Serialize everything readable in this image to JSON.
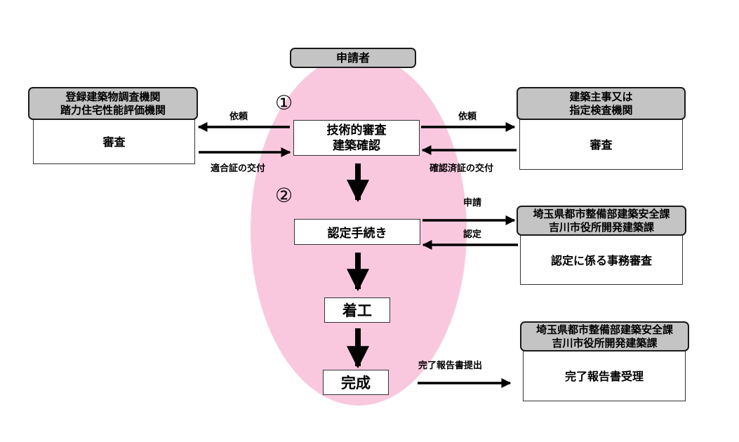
{
  "applicant": "申請者",
  "step1_marker": "①",
  "step2_marker": "②",
  "left_org": {
    "line1": "登録建築物調査機関",
    "line2": "踏力住宅性能評価機関",
    "task": "審査"
  },
  "right_org_top": {
    "line1": "建築主事又は",
    "line2": "指定検査機関",
    "task": "審査"
  },
  "right_org_mid": {
    "line1": "埼玉県都市整備部建築安全課",
    "line2": "吉川市役所開発建築課",
    "task": "認定に係る事務審査"
  },
  "right_org_bottom": {
    "line1": "埼玉県都市整備部建築安全課",
    "line2": "吉川市役所開発建築課",
    "task": "完了報告書受理"
  },
  "center": {
    "review_line1": "技術的審査",
    "review_line2": "建築確認",
    "certification": "認定手続き",
    "start_construction": "着工",
    "completion": "完成"
  },
  "arrow_labels": {
    "left_request": "依頼",
    "left_return": "適合証の交付",
    "right_request": "依頼",
    "right_return": "確認済証の交付",
    "mid_apply": "申請",
    "mid_certify": "認定",
    "bottom_submit": "完了報告書提出"
  }
}
